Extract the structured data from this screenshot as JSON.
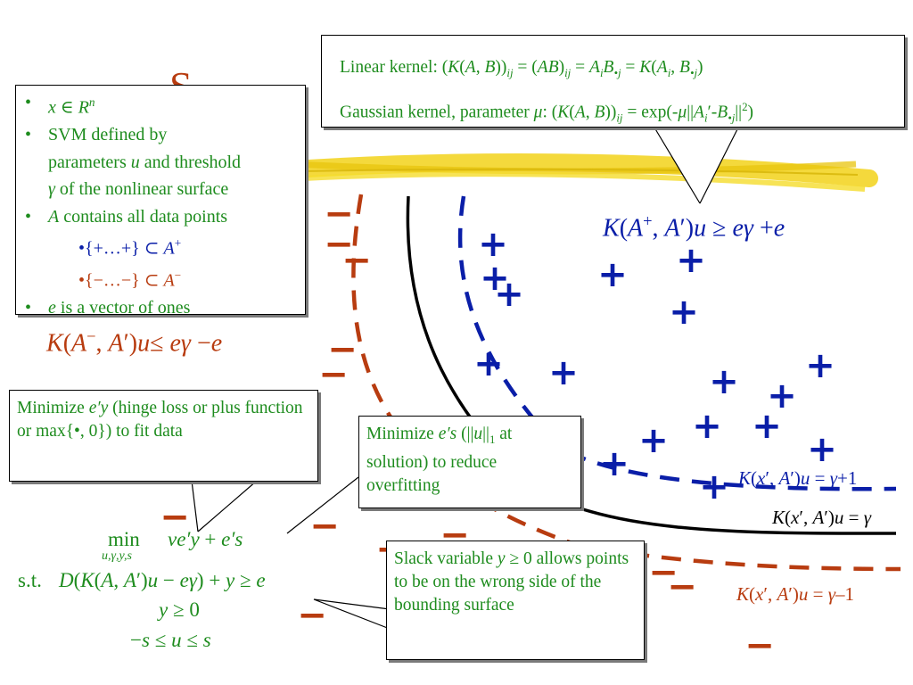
{
  "title_fragment": "S",
  "bullets": {
    "items": [
      {
        "parts": [
          {
            "t": "x",
            "i": true
          },
          {
            "t": " ∈ "
          },
          {
            "t": "R",
            "i": true
          },
          {
            "t": "n",
            "i": true,
            "sup": true
          }
        ],
        "color": "green"
      },
      {
        "parts": [
          {
            "t": "SVM defined by"
          }
        ],
        "color": "green"
      },
      {
        "parts": [
          {
            "t": "parameters "
          },
          {
            "t": "u",
            "i": true
          },
          {
            "t": " and threshold"
          }
        ],
        "color": "green",
        "cont": true
      },
      {
        "parts": [
          {
            "t": "γ",
            "i": true
          },
          {
            "t": " of the nonlinear surface"
          }
        ],
        "color": "green",
        "cont": true
      },
      {
        "parts": [
          {
            "t": "A",
            "i": true
          },
          {
            "t": " contains all data points"
          }
        ],
        "color": "green"
      },
      {
        "parts": [
          {
            "t": "•{+…+} ⊂ "
          },
          {
            "t": "A",
            "i": true
          },
          {
            "t": "+",
            "sup": true
          }
        ],
        "color": "blue",
        "sub": true
      },
      {
        "parts": [
          {
            "t": "•{−…−} ⊂ "
          },
          {
            "t": "A",
            "i": true
          },
          {
            "t": "−",
            "sup": true
          }
        ],
        "color": "red",
        "sub": true
      },
      {
        "parts": [
          {
            "t": "e",
            "i": true
          },
          {
            "t": " is a vector of ones"
          }
        ],
        "color": "green"
      }
    ]
  },
  "kernels": {
    "linear": [
      {
        "t": "Linear kernel: ("
      },
      {
        "t": "K",
        "i": true
      },
      {
        "t": "("
      },
      {
        "t": "A",
        "i": true
      },
      {
        "t": ", "
      },
      {
        "t": "B",
        "i": true
      },
      {
        "t": "))"
      },
      {
        "t": "ij",
        "i": true,
        "sub": true
      },
      {
        "t": " = ("
      },
      {
        "t": "AB",
        "i": true
      },
      {
        "t": ")"
      },
      {
        "t": "ij",
        "i": true,
        "sub": true
      },
      {
        "t": " = "
      },
      {
        "t": "A",
        "i": true
      },
      {
        "t": "i",
        "i": true,
        "sub": true
      },
      {
        "t": "B",
        "i": true
      },
      {
        "t": "•j",
        "i": true,
        "sub": true
      },
      {
        "t": " = "
      },
      {
        "t": "K",
        "i": true
      },
      {
        "t": "("
      },
      {
        "t": "A",
        "i": true
      },
      {
        "t": "i",
        "i": true,
        "sub": true
      },
      {
        "t": ", "
      },
      {
        "t": "B",
        "i": true
      },
      {
        "t": "•j",
        "i": true,
        "sub": true
      },
      {
        "t": ")"
      }
    ],
    "gaussian": [
      {
        "t": "Gaussian kernel, parameter "
      },
      {
        "t": "μ",
        "i": true
      },
      {
        "t": ": ("
      },
      {
        "t": "K",
        "i": true
      },
      {
        "t": "("
      },
      {
        "t": "A",
        "i": true
      },
      {
        "t": ", "
      },
      {
        "t": "B",
        "i": true
      },
      {
        "t": "))"
      },
      {
        "t": "ij",
        "i": true,
        "sub": true
      },
      {
        "t": " = exp(-"
      },
      {
        "t": "μ",
        "i": true
      },
      {
        "t": "||"
      },
      {
        "t": "A",
        "i": true
      },
      {
        "t": "i",
        "i": true,
        "sub": true
      },
      {
        "t": "′-"
      },
      {
        "t": "B",
        "i": true
      },
      {
        "t": "•j",
        "i": true,
        "sub": true
      },
      {
        "t": "||"
      },
      {
        "t": "2",
        "sup": true
      },
      {
        "t": ")"
      }
    ]
  },
  "callouts": {
    "hinge": [
      {
        "t": "Minimize "
      },
      {
        "t": "e′y",
        "i": true
      },
      {
        "t": " (hinge loss or plus function or max{•, 0}) to fit data"
      }
    ],
    "ones": [
      {
        "t": "Minimize "
      },
      {
        "t": "e′s",
        "i": true
      },
      {
        "t": " (||"
      },
      {
        "t": "u",
        "i": true
      },
      {
        "t": "||"
      },
      {
        "t": "1",
        "sub": true
      },
      {
        "t": " at solution) to reduce overfitting"
      }
    ],
    "slack": [
      {
        "t": "Slack variable "
      },
      {
        "t": "y",
        "i": true
      },
      {
        "t": " ≥ 0 allows points to be on the wrong side of the bounding surface"
      }
    ]
  },
  "labels": {
    "plus_surface": [
      {
        "t": "K",
        "i": true
      },
      {
        "t": "("
      },
      {
        "t": "A",
        "i": true
      },
      {
        "t": "+",
        "sup": true
      },
      {
        "t": ", "
      },
      {
        "t": "A",
        "i": true
      },
      {
        "t": "′)"
      },
      {
        "t": "u",
        "i": true
      },
      {
        "t": " ≥ "
      },
      {
        "t": "eγ",
        "i": true
      },
      {
        "t": " +"
      },
      {
        "t": "e",
        "i": true
      }
    ],
    "minus_surface": [
      {
        "t": "K",
        "i": true
      },
      {
        "t": "("
      },
      {
        "t": "A",
        "i": true
      },
      {
        "t": "−",
        "sup": true
      },
      {
        "t": ", "
      },
      {
        "t": "A",
        "i": true
      },
      {
        "t": "′)"
      },
      {
        "t": "u",
        "i": true
      },
      {
        "t": "≤ "
      },
      {
        "t": "eγ",
        "i": true
      },
      {
        "t": " −"
      },
      {
        "t": "e",
        "i": true
      }
    ],
    "surface_plus1": [
      {
        "t": "K",
        "i": true
      },
      {
        "t": "("
      },
      {
        "t": "x",
        "i": true
      },
      {
        "t": "′, "
      },
      {
        "t": "A",
        "i": true
      },
      {
        "t": "′)"
      },
      {
        "t": "u",
        "i": true
      },
      {
        "t": " = "
      },
      {
        "t": "γ",
        "i": true
      },
      {
        "t": "+1"
      }
    ],
    "surface_zero": [
      {
        "t": "K",
        "i": true
      },
      {
        "t": "("
      },
      {
        "t": "x",
        "i": true
      },
      {
        "t": "′, "
      },
      {
        "t": "A",
        "i": true
      },
      {
        "t": "′)"
      },
      {
        "t": "u",
        "i": true
      },
      {
        "t": " = "
      },
      {
        "t": "γ",
        "i": true
      }
    ],
    "surface_minus1": [
      {
        "t": "K",
        "i": true
      },
      {
        "t": "("
      },
      {
        "t": "x",
        "i": true
      },
      {
        "t": "′, "
      },
      {
        "t": "A",
        "i": true
      },
      {
        "t": "′)"
      },
      {
        "t": "u",
        "i": true
      },
      {
        "t": " = "
      },
      {
        "t": "γ",
        "i": true
      },
      {
        "t": "–1"
      }
    ]
  },
  "formulas": {
    "min_word": "min",
    "min_under": [
      {
        "t": "u,γ,y,s",
        "i": true
      }
    ],
    "objective": [
      {
        "t": "νe′y",
        "i": true
      },
      {
        "t": " + "
      },
      {
        "t": "e′s",
        "i": true
      }
    ],
    "st_word": "s.t.",
    "constraint": [
      {
        "t": "D",
        "i": true
      },
      {
        "t": "("
      },
      {
        "t": "K",
        "i": true
      },
      {
        "t": "("
      },
      {
        "t": "A",
        "i": true
      },
      {
        "t": ", "
      },
      {
        "t": "A",
        "i": true
      },
      {
        "t": "′)"
      },
      {
        "t": "u",
        "i": true
      },
      {
        "t": " − "
      },
      {
        "t": "eγ",
        "i": true
      },
      {
        "t": ") + "
      },
      {
        "t": "y",
        "i": true
      },
      {
        "t": " ≥ "
      },
      {
        "t": "e",
        "i": true
      }
    ],
    "nonneg": [
      {
        "t": "y",
        "i": true
      },
      {
        "t": " ≥ 0"
      }
    ],
    "bounds": [
      {
        "t": "−"
      },
      {
        "t": "s",
        "i": true
      },
      {
        "t": " ≤ "
      },
      {
        "t": "u",
        "i": true
      },
      {
        "t": " ≤ "
      },
      {
        "t": "s",
        "i": true
      }
    ]
  },
  "marks": {
    "plus_glyph": "+",
    "minus_glyph": "−"
  },
  "colors": {
    "green": "#1e8c1e",
    "blue": "#0a1ea8",
    "red": "#b83c10",
    "black": "#000000",
    "highlight": "#f2d21a"
  }
}
